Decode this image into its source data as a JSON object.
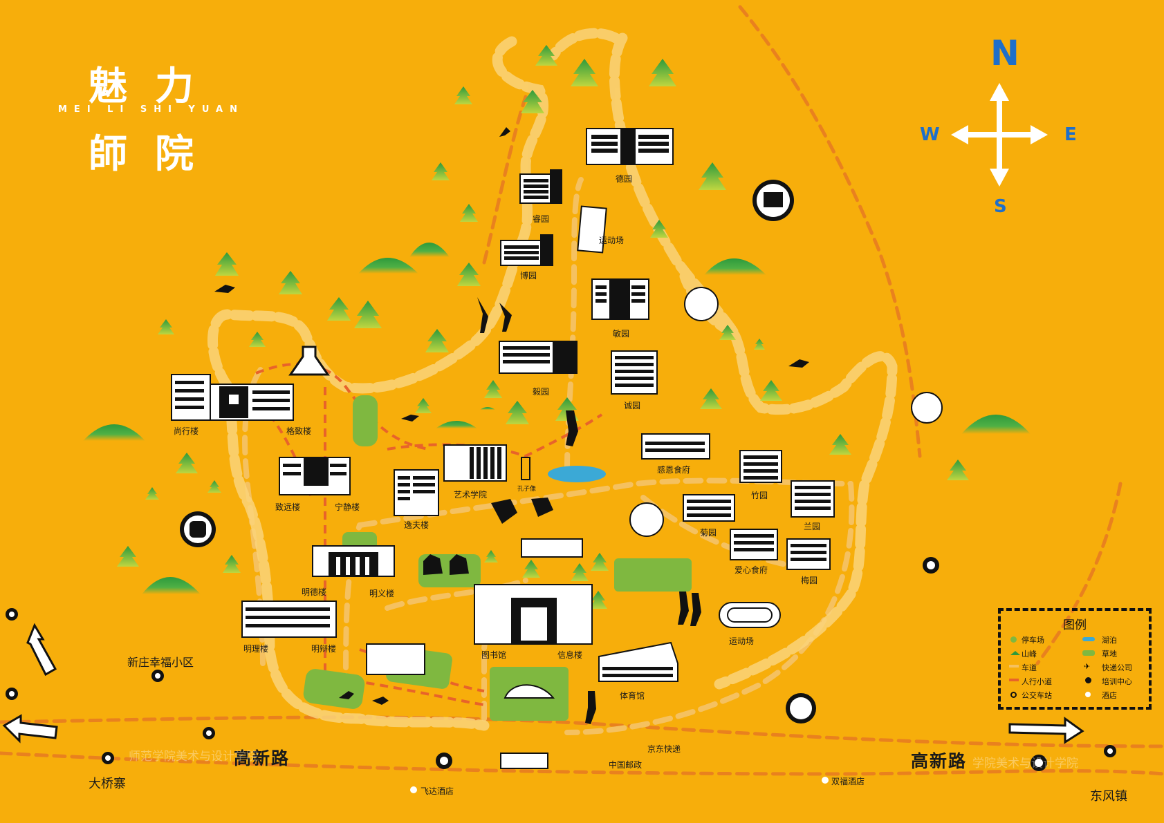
{
  "title": {
    "cn_line1": "魅力",
    "pinyin": "MEI LI SHI YUAN",
    "cn_line2": "師院"
  },
  "compass": {
    "n": "N",
    "s": "S",
    "e": "E",
    "w": "W"
  },
  "colors": {
    "background": "#F7AE0B",
    "path": "#FAD37A",
    "road": "#E9811E",
    "walk": "#E8632A",
    "grass": "#7FB840",
    "hill": "#2E9A3C",
    "lake": "#3BA9D6",
    "compass": "#1f6fc9"
  },
  "buildings": {
    "deyuan": "德园",
    "ruiyuan": "睿园",
    "yundongchang_north": "运动场",
    "boyuan": "博园",
    "minyuan": "敏园",
    "yiyuan": "毅园",
    "chengyuan": "诚园",
    "shangxinglou": "尚行楼",
    "gezhilou": "格致楼",
    "zhiyuanlou": "致远楼",
    "ningjinglou": "宁静楼",
    "yifulou": "逸夫楼",
    "yishuxueyuan": "艺术学院",
    "kongzixiang": "孔子像",
    "ganenshitang": "感恩食府",
    "zhuyuan": "竹园",
    "juyuan": "菊园",
    "lanyuan": "兰园",
    "aixinshitang": "爱心食府",
    "meiyuan": "梅园",
    "mingdelou": "明德楼",
    "mingyilou": "明义楼",
    "minglilou": "明理楼",
    "mingbianlou": "明辩楼",
    "tushuguan": "图书馆",
    "xinxilou": "信息楼",
    "yundongchang_east": "运动场",
    "tiyuguan": "体育馆",
    "jingdong": "京东快递",
    "youzheng": "中国邮政",
    "feida": "飞达酒店",
    "shuangfu": "双福酒店",
    "xinzhuang": "新庄幸福小区",
    "dalagzhai": "大桥寨",
    "dongfengzhen": "东风镇",
    "gaoxinlu_left": "高新路",
    "gaoxinlu_right": "高新路"
  },
  "watermark": {
    "left": "师范学院美术与设计学院",
    "right": "学院美术与设计学院"
  },
  "legend": {
    "title": "图例",
    "items": [
      "停车场",
      "湖泊",
      "山峰",
      "草地",
      "车道",
      "快递公司",
      "人行小道",
      "培训中心",
      "公交车站",
      "酒店"
    ]
  }
}
